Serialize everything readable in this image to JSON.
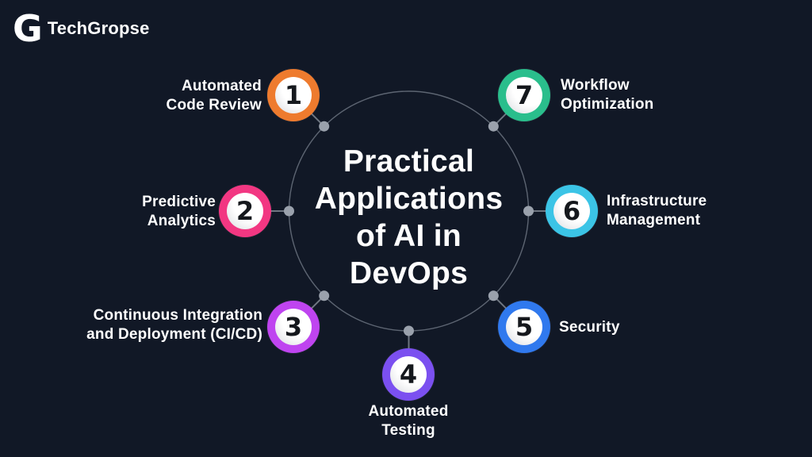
{
  "logo": {
    "mark": "G",
    "brand": "TechGropse"
  },
  "center": {
    "title": "Practical\nApplications\nof AI in\nDevOps"
  },
  "items": [
    {
      "number": "1",
      "label": "Automated\nCode Review",
      "color": "#EE7B2E"
    },
    {
      "number": "2",
      "label": "Predictive\nAnalytics",
      "color": "#F23782"
    },
    {
      "number": "3",
      "label": "Continuous Integration\nand Deployment (CI/CD)",
      "color": "#BF44F0"
    },
    {
      "number": "4",
      "label": "Automated\nTesting",
      "color": "#7B50F0"
    },
    {
      "number": "5",
      "label": "Security",
      "color": "#3079EE"
    },
    {
      "number": "6",
      "label": "Infrastructure\nManagement",
      "color": "#3BC4E6"
    },
    {
      "number": "7",
      "label": "Workflow\nOptimization",
      "color": "#2ABE8C"
    }
  ],
  "colors": {
    "background": "#111826",
    "circle_outline": "#5d6572",
    "connector": "#6f7682",
    "dot": "#9aa1ac",
    "text": "#ffffff",
    "number": "#15181d"
  }
}
